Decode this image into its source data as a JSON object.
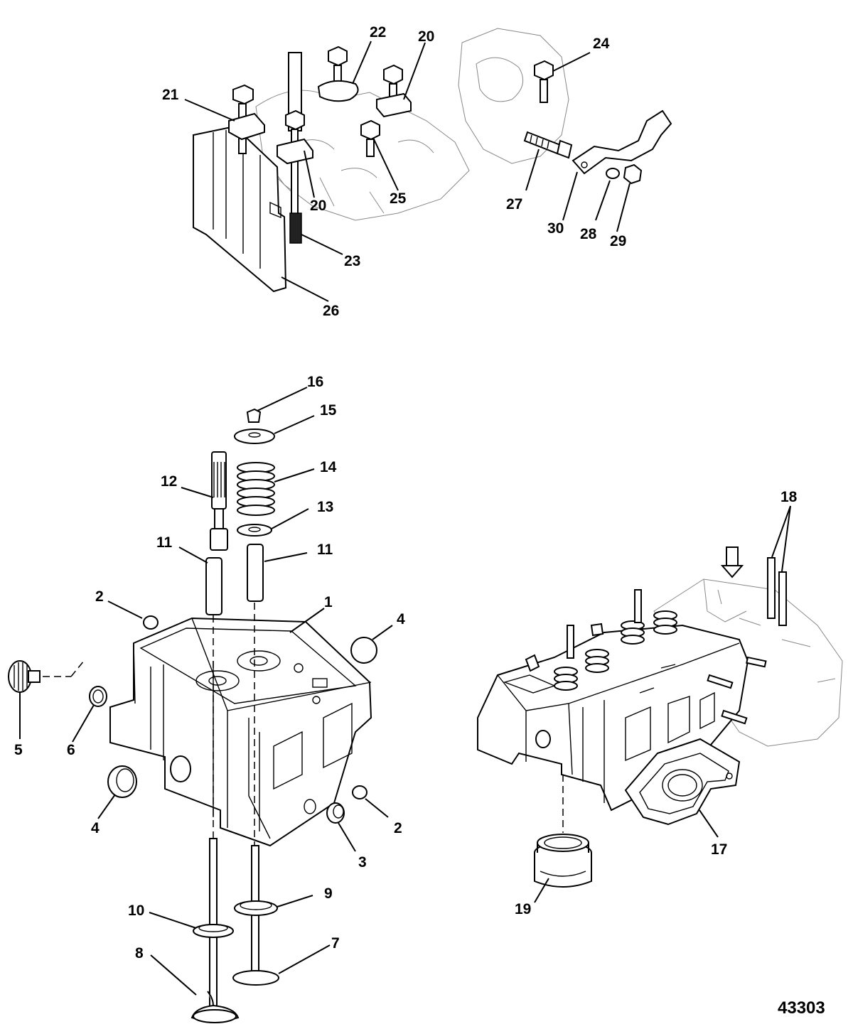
{
  "figure_number": "43303",
  "callouts": [
    {
      "id": "c22",
      "text": "22"
    },
    {
      "id": "c20a",
      "text": "20"
    },
    {
      "id": "c24",
      "text": "24"
    },
    {
      "id": "c21",
      "text": "21"
    },
    {
      "id": "c20b",
      "text": "20"
    },
    {
      "id": "c25",
      "text": "25"
    },
    {
      "id": "c27",
      "text": "27"
    },
    {
      "id": "c30",
      "text": "30"
    },
    {
      "id": "c28",
      "text": "28"
    },
    {
      "id": "c29",
      "text": "29"
    },
    {
      "id": "c23",
      "text": "23"
    },
    {
      "id": "c26",
      "text": "26"
    },
    {
      "id": "c16",
      "text": "16"
    },
    {
      "id": "c15",
      "text": "15"
    },
    {
      "id": "c14",
      "text": "14"
    },
    {
      "id": "c12",
      "text": "12"
    },
    {
      "id": "c13",
      "text": "13"
    },
    {
      "id": "c11a",
      "text": "11"
    },
    {
      "id": "c11b",
      "text": "11"
    },
    {
      "id": "c2a",
      "text": "2"
    },
    {
      "id": "c1",
      "text": "1"
    },
    {
      "id": "c4a",
      "text": "4"
    },
    {
      "id": "c5",
      "text": "5"
    },
    {
      "id": "c6",
      "text": "6"
    },
    {
      "id": "c4b",
      "text": "4"
    },
    {
      "id": "c2b",
      "text": "2"
    },
    {
      "id": "c3",
      "text": "3"
    },
    {
      "id": "c9",
      "text": "9"
    },
    {
      "id": "c10",
      "text": "10"
    },
    {
      "id": "c7",
      "text": "7"
    },
    {
      "id": "c8",
      "text": "8"
    },
    {
      "id": "c18",
      "text": "18"
    },
    {
      "id": "c17",
      "text": "17"
    },
    {
      "id": "c19",
      "text": "19"
    }
  ]
}
